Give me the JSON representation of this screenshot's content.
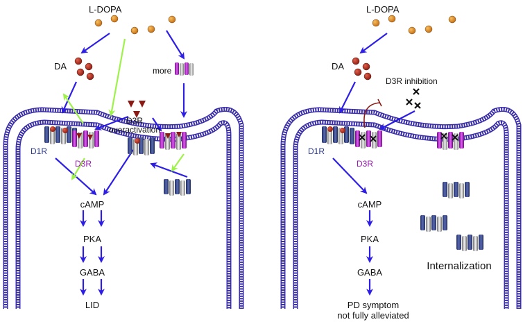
{
  "left_panel": {
    "ldopa": "L-DOPA",
    "da": "DA",
    "more": "more",
    "d3r_over_line1": "D3R",
    "d3r_over_line2": "overactivation",
    "d1r": "D1R",
    "d3r": "D3R",
    "cascade": [
      "cAMP",
      "PKA",
      "GABA",
      "LID"
    ]
  },
  "right_panel": {
    "ldopa": "L-DOPA",
    "da": "DA",
    "d3r_inhibition": "D3R inhibition",
    "d1r": "D1R",
    "d3r": "D3R",
    "cascade": [
      "cAMP",
      "PKA",
      "GABA"
    ],
    "outcome_line1": "PD symptom",
    "outcome_line2": "not fully alleviated",
    "internalization": "Internalization"
  },
  "colors": {
    "arrow_blue": "#2d1ee6",
    "arrow_green": "#9ef24a",
    "membrane": "#3b2fa8",
    "d1r_body": "#3a4a8a",
    "d3r_body": "#b11fc8",
    "ldopa_dot": "#e08a1f",
    "da_dot": "#b52a1e",
    "antagonist_triangle": "#8c1a14",
    "inhibition_line": "#8c1a14"
  }
}
